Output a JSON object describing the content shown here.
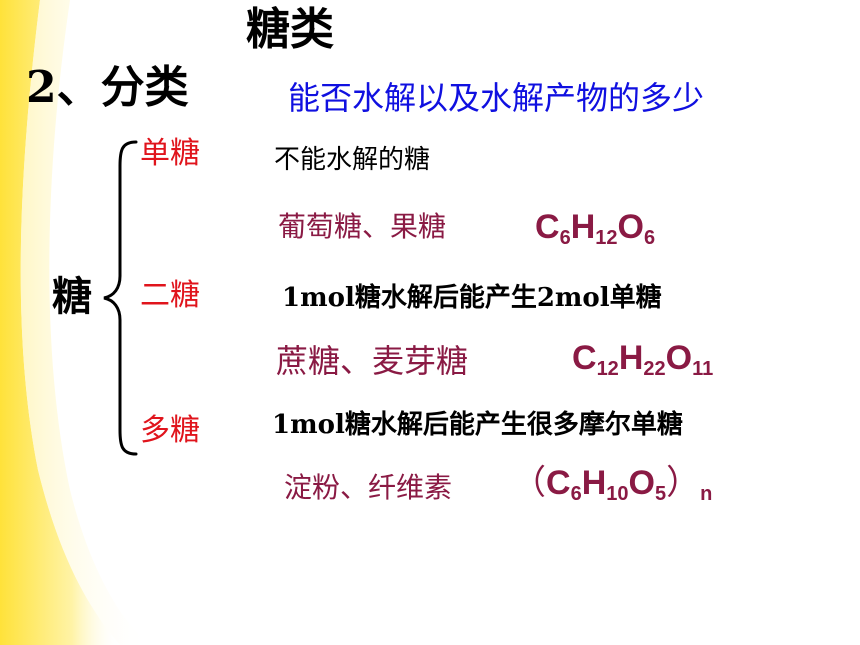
{
  "slide": {
    "title": "糖类",
    "section_heading": "2、分类",
    "criterion": "能否水解以及水解产物的多少",
    "root_label": "糖",
    "categories": [
      {
        "name": "单糖",
        "description": "不能水解的糖",
        "examples": "葡萄糖、果糖",
        "formula": {
          "parts": [
            "C",
            "6",
            "H",
            "12",
            "O",
            "6"
          ]
        }
      },
      {
        "name": "二糖",
        "description": "1mol糖水解后能产生2mol单糖",
        "examples": "蔗糖、麦芽糖",
        "formula": {
          "parts": [
            "C",
            "12",
            "H",
            "22",
            "O",
            "11"
          ]
        }
      },
      {
        "name": "多糖",
        "description": "1mol糖水解后能产生很多摩尔单糖",
        "examples": "淀粉、纤维素",
        "formula": {
          "open": "（",
          "parts": [
            "C",
            "6",
            "H",
            "10",
            "O",
            "5"
          ],
          "close": "）",
          "subscript": "n"
        }
      }
    ]
  },
  "colors": {
    "category": "#e0141c",
    "criterion": "#1010e0",
    "example": "#8a1a44",
    "background_swoosh": "#ffe84a"
  }
}
